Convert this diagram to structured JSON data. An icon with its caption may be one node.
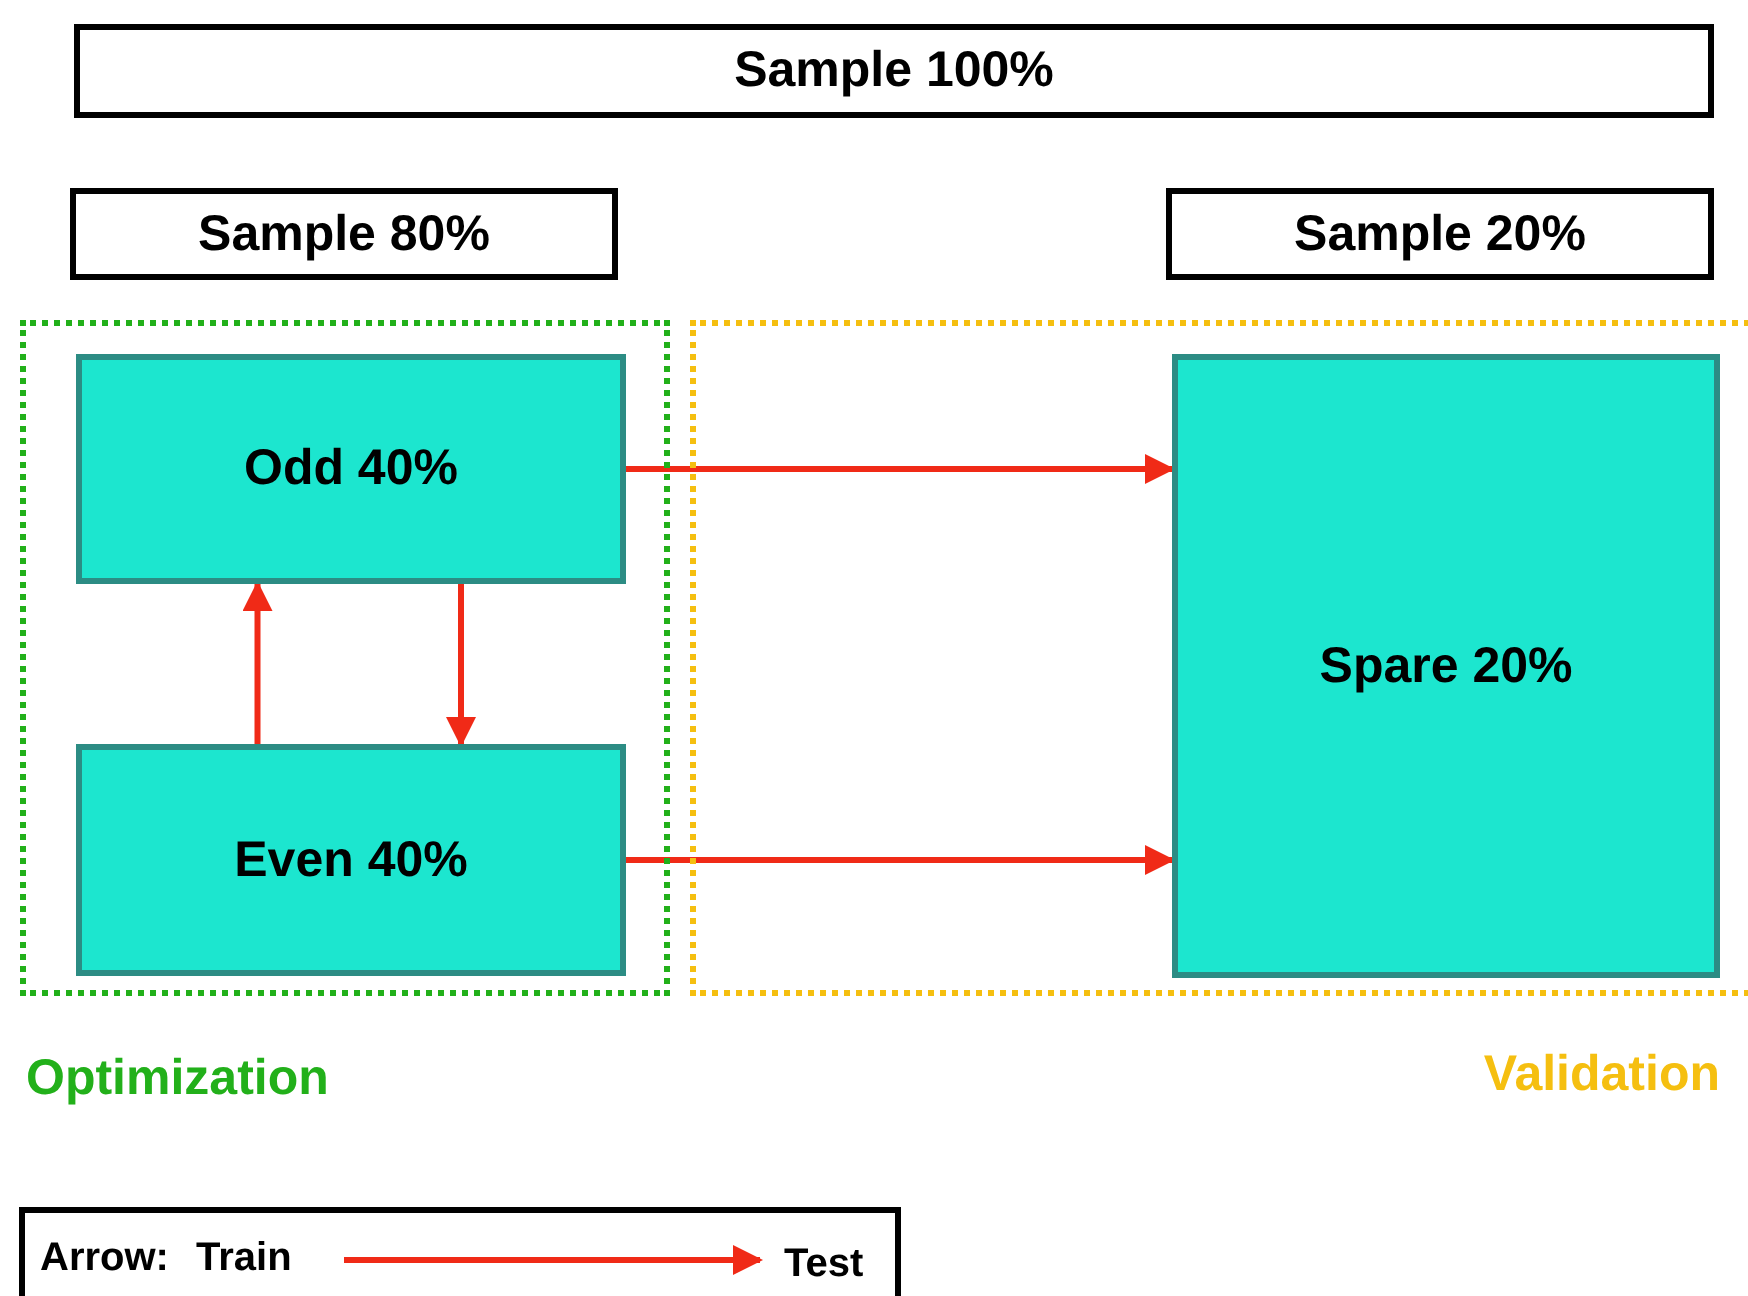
{
  "diagram": {
    "nodes": [
      {
        "text": [
          "Sample 100%"
        ]
      },
      {
        "text": [
          "Sample 80%"
        ]
      },
      {
        "text": [
          "Sample 20%"
        ]
      },
      {
        "text": [
          "Optimization"
        ]
      },
      {
        "text": [
          "Odd 40%"
        ],
        "in": 3
      },
      {
        "text": [
          "Even 40%"
        ],
        "in": 3
      },
      {
        "text": [
          "Validation"
        ]
      },
      {
        "text": [
          "Spare 20%"
        ],
        "in": 6
      }
    ],
    "edges": [
      {
        "from": 5,
        "to": 4,
        "arrow": "to"
      },
      {
        "from": 4,
        "to": 5,
        "arrow": "to"
      },
      {
        "from": 4,
        "to": 7,
        "arrow": "to"
      },
      {
        "from": 5,
        "to": 7,
        "arrow": "to"
      }
    ],
    "labels": [
      "Arrow:",
      "Train",
      "Test"
    ]
  }
}
